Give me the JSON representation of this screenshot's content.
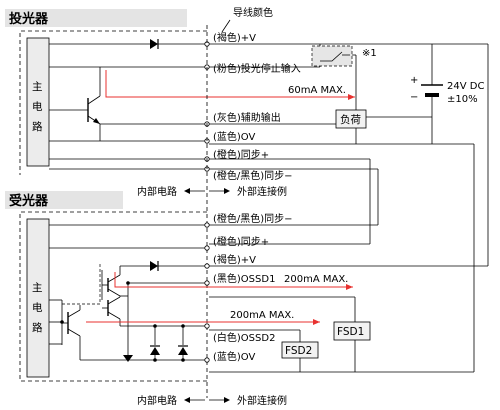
{
  "header": {
    "wire_color_title": "导线颜色"
  },
  "emitter": {
    "title": "投光器",
    "main_circuit": [
      "主",
      "电",
      "路"
    ],
    "wires": {
      "brown_v": "(褐色)+V",
      "pink_stop": "(粉色)投光停止输入",
      "gray_aux": "(灰色)辅助输出",
      "blue_0v": "(蓝色)OV",
      "orange_sync": "(橙色)同步+",
      "orange_black_sync": "(橙色/黑色)同步−"
    },
    "current_note": "60mA MAX.",
    "load_label": "负荷",
    "switch_note": "※1"
  },
  "supply": {
    "voltage": "24V DC",
    "tolerance": "±10%",
    "plus": "+",
    "minus": "−"
  },
  "divider": {
    "internal": "内部电路",
    "external": "外部连接例"
  },
  "receiver": {
    "title": "受光器",
    "main_circuit": [
      "主",
      "电",
      "路"
    ],
    "wires": {
      "orange_black_sync": "(橙色/黑色)同步−",
      "orange_sync": "(橙色)同步+",
      "brown_v": "(褐色)+V",
      "black_ossd1": "(黑色)OSSD1",
      "white_ossd2": "(白色)OSSD2",
      "blue_0v": "(蓝色)OV"
    },
    "current_note_1": "200mA MAX.",
    "current_note_2": "200mA MAX.",
    "fsd1": "FSD1",
    "fsd2": "FSD2"
  },
  "colors": {
    "line": "#000000",
    "current_path": "#e8312f",
    "box_fill": "#f2f2f2",
    "switch_fill": "#e6e6e6"
  }
}
